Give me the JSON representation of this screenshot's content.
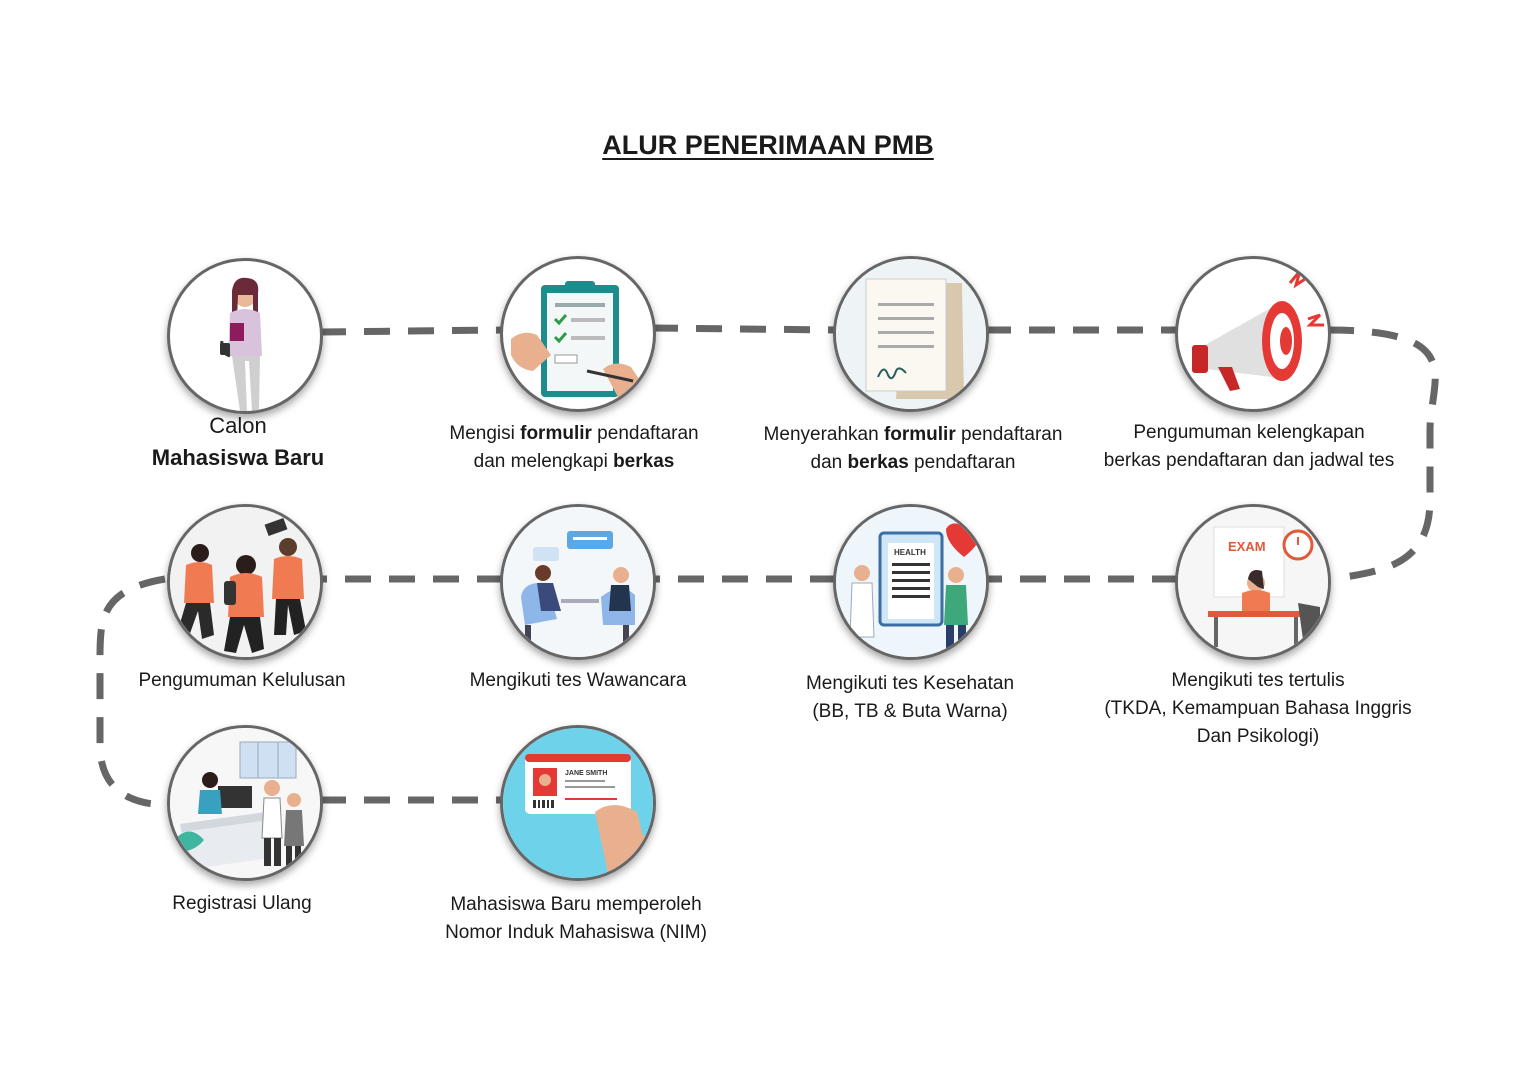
{
  "title": "ALUR PENERIMAAN PMB",
  "colors": {
    "connector": "#666666",
    "accent_red": "#e53935",
    "accent_orange": "#f07b52",
    "accent_blue": "#5aa9e6"
  },
  "steps": [
    {
      "icon": "student-woman-icon",
      "label_1": "Calon",
      "label_2": "Mahasiswa Baru"
    },
    {
      "icon": "registration-form-icon",
      "a": "Mengisi ",
      "b": "formulir",
      "c": " pendaftaran",
      "d": "dan melengkapi ",
      "e": "berkas"
    },
    {
      "icon": "documents-icon",
      "a": "Menyerahkan ",
      "b": "formulir",
      "c": " pendaftaran",
      "d": "dan ",
      "e": "berkas",
      "f": " pendaftaran"
    },
    {
      "icon": "megaphone-icon",
      "line_1": "Pengumuman kelengkapan",
      "line_2": "berkas pendaftaran dan jadwal tes"
    },
    {
      "icon": "exam-icon",
      "line_1": "Mengikuti tes tertulis",
      "line_2": "(TKDA, Kemampuan Bahasa Inggris",
      "line_3": "Dan Psikologi)"
    },
    {
      "icon": "health-check-icon",
      "line_1": "Mengikuti tes Kesehatan",
      "line_2": "(BB, TB & Buta Warna)"
    },
    {
      "icon": "interview-icon",
      "line_1": "Mengikuti tes Wawancara"
    },
    {
      "icon": "celebrating-students-icon",
      "line_1": "Pengumuman Kelulusan"
    },
    {
      "icon": "registration-desk-icon",
      "line_1": "Registrasi Ulang"
    },
    {
      "icon": "id-card-icon",
      "line_1": "Mahasiswa Baru memperoleh",
      "line_2": "Nomor Induk Mahasiswa (NIM)"
    }
  ]
}
